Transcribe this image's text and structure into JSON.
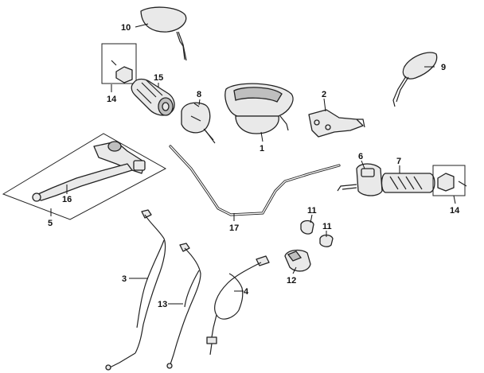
{
  "callouts": {
    "c1": "1",
    "c2": "2",
    "c3": "3",
    "c4": "4",
    "c5": "5",
    "c6": "6",
    "c7": "7",
    "c8": "8",
    "c9": "9",
    "c10": "10",
    "c11a": "11",
    "c11b": "11",
    "c12": "12",
    "c13": "13",
    "c14a": "14",
    "c14b": "14",
    "c15": "15",
    "c16": "16",
    "c17": "17"
  }
}
